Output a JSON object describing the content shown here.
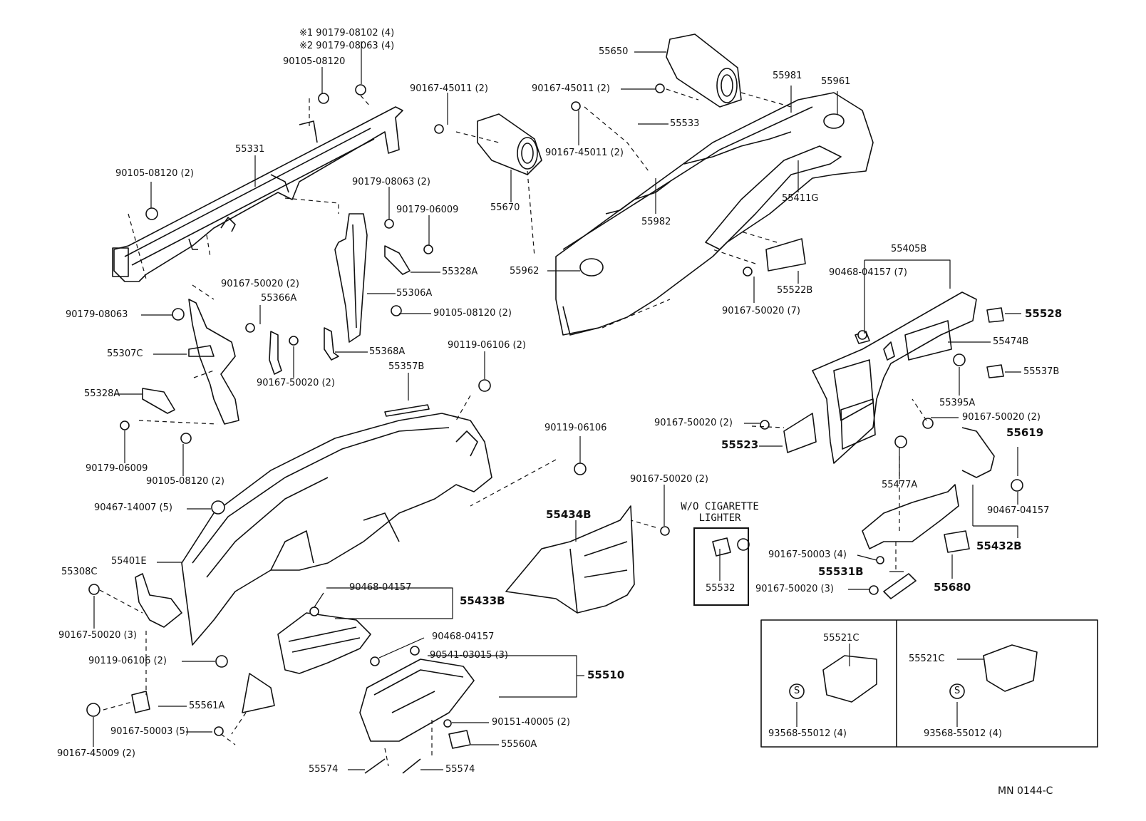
{
  "diagram_code": "MN 0144-C",
  "cigarette_lighter": {
    "title_line1": "W/O CIGARETTE",
    "title_line2": "LIGHTER",
    "part": "55532"
  },
  "labels": {
    "p90179_08102": "※1 90179-08102 (4)",
    "p90179_08063_4": "※2 90179-08063 (4)",
    "p90105_08120_top": "90105-08120",
    "p55331": "55331",
    "p90105_08120_2_left": "90105-08120 (2)",
    "p90179_08063_2": "90179-08063 (2)",
    "p90179_06009_a": "90179-06009",
    "p55328A_a": "55328A",
    "p55306A": "55306A",
    "p90105_08120_2_mid": "90105-08120 (2)",
    "p90167_50020_2_a": "90167-50020 (2)",
    "p55366A": "55366A",
    "p90179_08063_single": "90179-08063",
    "p55307C": "55307C",
    "p55368A": "55368A",
    "p90167_50020_2_b": "90167-50020 (2)",
    "p55328A_b": "55328A",
    "p90179_06009_b": "90179-06009",
    "p90105_08120_2_low": "90105-08120 (2)",
    "p90167_45011_2_a": "90167-45011 (2)",
    "p55670": "55670",
    "p55650": "55650",
    "p90167_45011_2_b": "90167-45011 (2)",
    "p55533": "55533",
    "p90167_45011_2_c": "90167-45011 (2)",
    "p55981": "55981",
    "p55961": "55961",
    "p55411G": "55411G",
    "p55982": "55982",
    "p55962": "55962",
    "p55522B": "55522B",
    "p90167_50020_7": "90167-50020 (7)",
    "p55405B": "55405B",
    "p90468_04157_7": "90468-04157 (7)",
    "p55528": "55528",
    "p55474B": "55474B",
    "p55537B": "55537B",
    "p55395A": "55395A",
    "p90167_50020_2_c": "90167-50020 (2)",
    "p90167_50020_2_d": "90167-50020 (2)",
    "p55523": "55523",
    "p55477A": "55477A",
    "p55619": "55619",
    "p90467_04157": "90467-04157",
    "p55432B": "55432B",
    "p55680": "55680",
    "p90167_50003_4": "90167-50003 (4)",
    "p55531B": "55531B",
    "p90167_50020_3_a": "90167-50020 (3)",
    "p90119_06106_2": "90119-06106 (2)",
    "p55357B": "55357B",
    "p90119_06106": "90119-06106",
    "p90167_50020_2_e": "90167-50020 (2)",
    "p55434B": "55434B",
    "p90467_14007_5": "90467-14007 (5)",
    "p55401E": "55401E",
    "p55308C": "55308C",
    "p90468_04157_a": "90468-04157",
    "p55433B": "55433B",
    "p90167_50020_3_b": "90167-50020 (3)",
    "p90119_06106_2_b": "90119-06106 (2)",
    "p90468_04157_b": "90468-04157",
    "p90541_03015_3": "90541-03015 (3)",
    "p55510": "55510",
    "p55561A": "55561A",
    "p90167_50003_5": "90167-50003 (5)",
    "p90167_45009_2": "90167-45009 (2)",
    "p90151_40005_2": "90151-40005 (2)",
    "p55560A": "55560A",
    "p55574_a": "55574",
    "p55574_b": "55574",
    "p55521C_a": "55521C",
    "p93568_55012_4_a": "93568-55012 (4)",
    "p55521C_b": "55521C",
    "p93568_55012_4_b": "93568-55012 (4)",
    "s_marker": "S"
  }
}
